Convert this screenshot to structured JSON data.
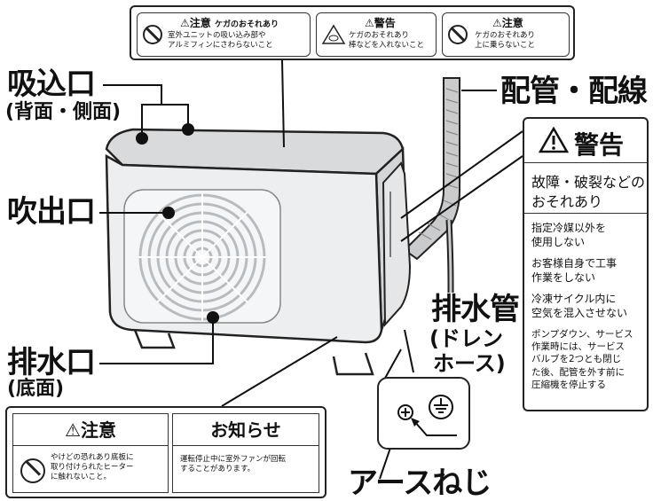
{
  "labels": {
    "intake": "吸込口",
    "intake_sub": "(背面・側面)",
    "outlet": "吹出口",
    "drain_port": "排水口",
    "drain_port_sub": "(底面)",
    "piping": "配管・配線",
    "drain_pipe": "排水管",
    "drain_hose_1": "(ドレン",
    "drain_hose_2": "ホース)",
    "earth_screw": "アースねじ"
  },
  "top_labels": [
    {
      "title": "注意",
      "title_suffix": "ケガのおそれあり",
      "lines": [
        "室外ユニットの吸い込み部や",
        "アルミフィンにさわらないこと"
      ]
    },
    {
      "title": "警告",
      "lines": [
        "ケガのおそれあり",
        "棒などを入れないこと"
      ]
    },
    {
      "title": "注意",
      "lines": [
        "ケガのおそれあり",
        "上に乗らないこと"
      ]
    }
  ],
  "right_warning": {
    "title": "警告",
    "headline_1": "故障・破裂などの",
    "headline_2": "おそれあり",
    "items": [
      [
        "指定冷媒以外を",
        "使用しない"
      ],
      [
        "お客様自身で工事",
        "作業をしない"
      ],
      [
        "冷凍サイクル内に",
        "空気を混入させない"
      ],
      [
        "ポンプダウン、サービス",
        "作業時には、サービス",
        "バルブを2つとも閉じ",
        "た後、配管を外す前に",
        "圧縮機を停止する"
      ]
    ]
  },
  "bottom_labels": {
    "caution_title": "注意",
    "caution_lines": [
      "やけどの恐れあり底板に",
      "取り付けられたヒーター",
      "に触れないこと。"
    ],
    "notice_title": "お知らせ",
    "notice_lines": [
      "運転停止中に室外ファンが回転",
      "することがあります。"
    ]
  },
  "colors": {
    "line": "#111111",
    "unit_face": "#eceeef",
    "unit_top": "#d8dadb",
    "fan": "#b9bcbf"
  }
}
